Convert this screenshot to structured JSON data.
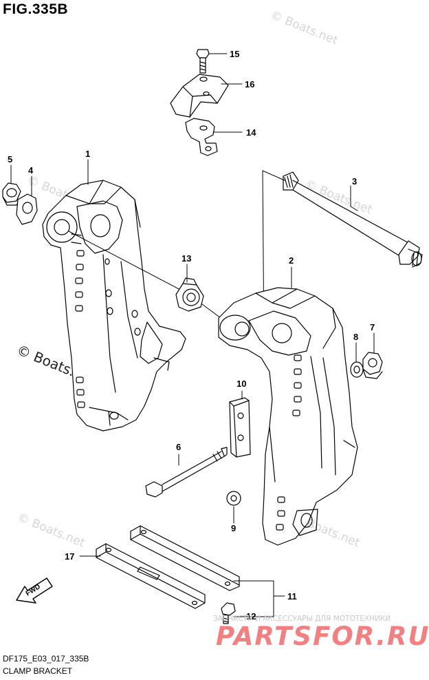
{
  "title": "FIG.335B",
  "footer": {
    "code": "DF175_E03_017_335B",
    "name": "CLAMP BRACKET"
  },
  "watermarks": {
    "boats": "© Boats.net",
    "boats_dark": "© Boats.net",
    "ru_caption": "ЗАПЧАСТИ И АКСЕССУАРЫ ДЛЯ МОТОТЕХНИКИ",
    "ru_logo": "PARTSFOR.RU"
  },
  "fwd_label": "FWD",
  "callouts": [
    "1",
    "2",
    "3",
    "4",
    "5",
    "6",
    "7",
    "8",
    "9",
    "10",
    "11",
    "12",
    "13",
    "14",
    "15",
    "16",
    "17"
  ]
}
